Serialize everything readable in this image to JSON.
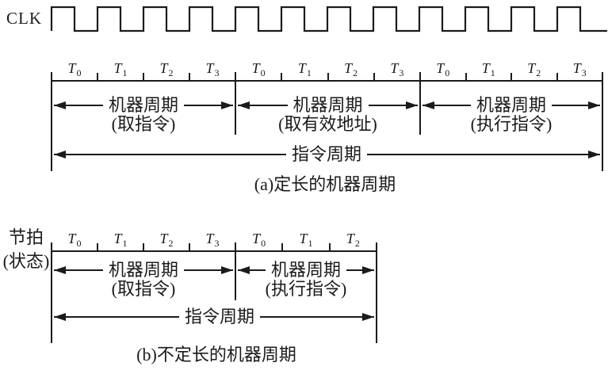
{
  "clock": {
    "label": "CLK",
    "periods": 12
  },
  "section_a": {
    "t_groups": [
      [
        "T0",
        "T1",
        "T2",
        "T3"
      ],
      [
        "T0",
        "T1",
        "T2",
        "T3"
      ],
      [
        "T0",
        "T1",
        "T2",
        "T3"
      ]
    ],
    "cycles": [
      {
        "name": "机器周期",
        "detail": "(取指令)"
      },
      {
        "name": "机器周期",
        "detail": "(取有效地址)"
      },
      {
        "name": "机器周期",
        "detail": "(执行指令)"
      }
    ],
    "instruction_cycle": "指令周期",
    "caption": "(a)定长的机器周期"
  },
  "section_b": {
    "beat_label": [
      "节拍",
      "(状态)"
    ],
    "t_groups": [
      [
        "T0",
        "T1",
        "T2",
        "T3"
      ],
      [
        "T0",
        "T1",
        "T2"
      ]
    ],
    "cycles": [
      {
        "name": "机器周期",
        "detail": "(取指令)"
      },
      {
        "name": "机器周期",
        "detail": "(执行指令)"
      }
    ],
    "instruction_cycle": "指令周期",
    "caption": "(b)不定长的机器周期"
  },
  "colors": {
    "ink": "#1b1b1b",
    "background": "#ffffff"
  }
}
